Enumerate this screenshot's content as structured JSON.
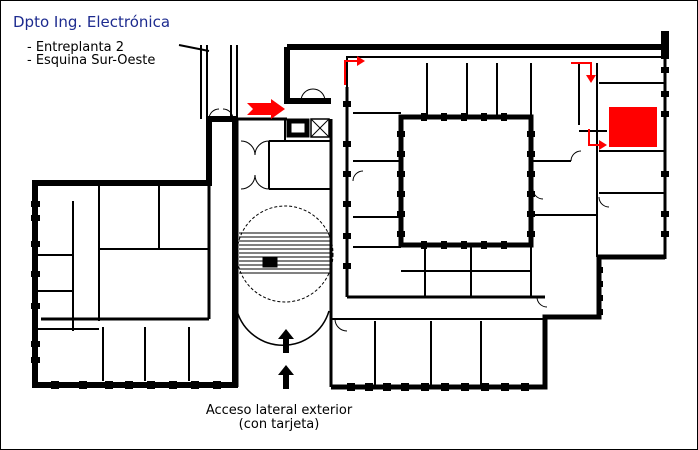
{
  "title": "Dpto Ing. Electrónica",
  "notes": [
    "- Entreplanta 2",
    "- Esquina Sur-Oeste"
  ],
  "caption": {
    "line1": "Acceso lateral exterior",
    "line2": "(con tarjeta)"
  },
  "colors": {
    "title": "#1d2b8f",
    "wall": "#000000",
    "marker": "#ff0000",
    "background": "#ffffff"
  },
  "icons": {
    "entrance": "red-arrow-right-icon",
    "route": "red-route-arrow-icon",
    "destination": "red-destination-square",
    "access": "black-up-arrow-icon"
  }
}
